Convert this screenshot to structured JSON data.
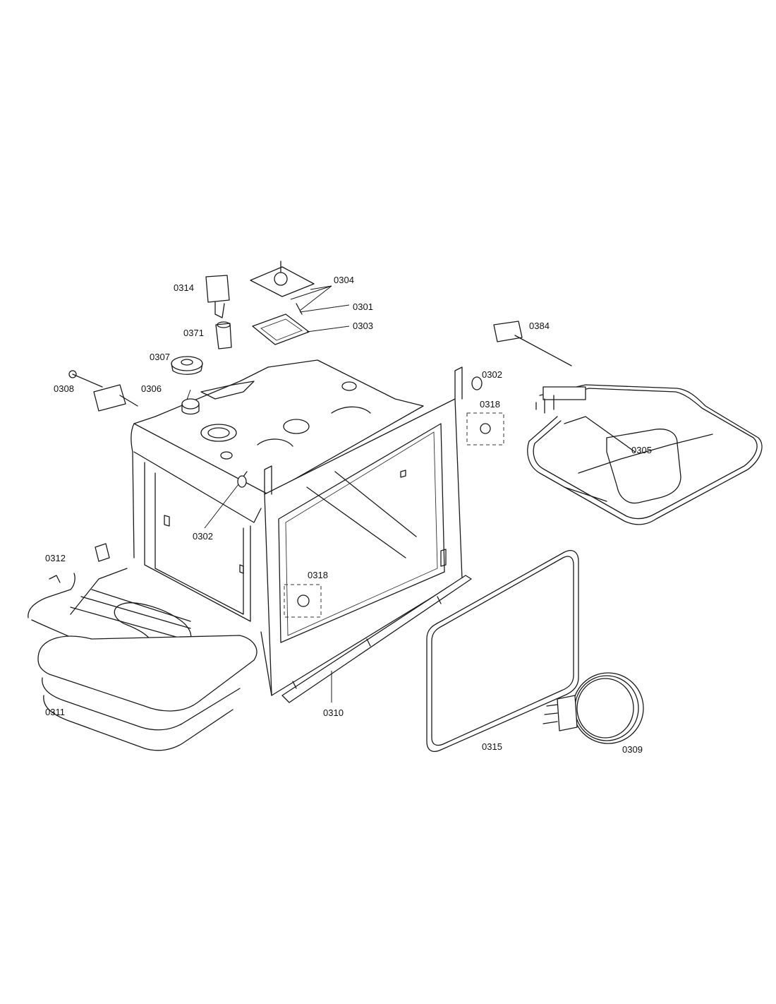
{
  "callouts": {
    "c0314": "0314",
    "c0304": "0304",
    "c0301": "0301",
    "c0303": "0303",
    "c0371": "0371",
    "c0384": "0384",
    "c0307": "0307",
    "c0302_top": "0302",
    "c0308": "0308",
    "c0306": "0306",
    "c0318_right": "0318",
    "c0305": "0305",
    "c0302_mid": "0302",
    "c0312": "0312",
    "c0318_left": "0318",
    "c0311": "0311",
    "c0310": "0310",
    "c0315": "0315",
    "c0309": "0309"
  }
}
